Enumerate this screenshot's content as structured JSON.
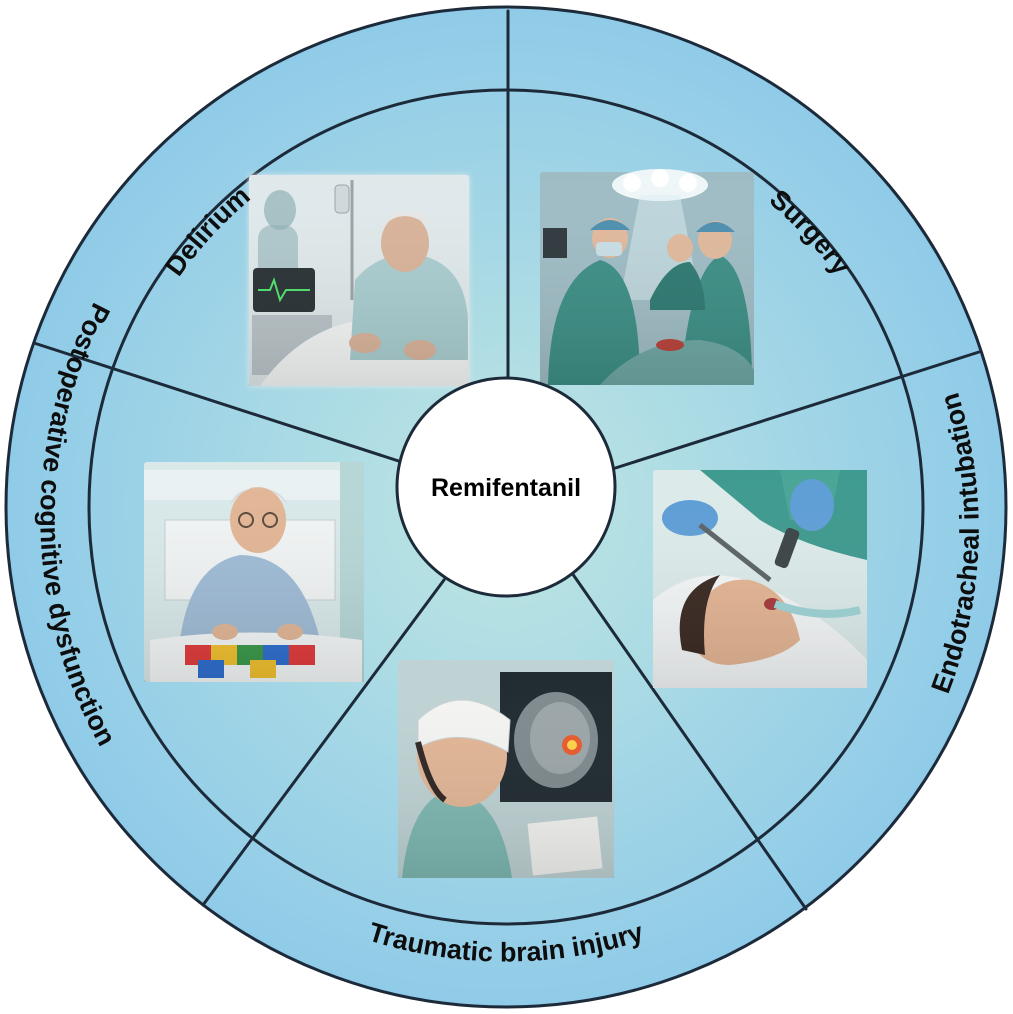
{
  "center": {
    "label": "Remifentanil"
  },
  "colors": {
    "wheel_inner": "#bfe6e2",
    "wheel_outer": "#8fcbe8",
    "outline": "#1c2a3a",
    "hub": "#ffffff"
  },
  "segments": [
    {
      "id": "delirium",
      "label": "Delirium",
      "illustration": "elderly-patient-in-hospital-bed-icon"
    },
    {
      "id": "surgery",
      "label": "Surgery",
      "illustration": "surgical-team-operating-icon"
    },
    {
      "id": "endotracheal-intubation",
      "label": "Endotracheal intubation",
      "illustration": "intubation-procedure-icon"
    },
    {
      "id": "traumatic-brain-injury",
      "label": "Traumatic brain injury",
      "illustration": "head-bandage-and-brain-scan-icon"
    },
    {
      "id": "postoperative-cognitive-dysfunction",
      "label": "Postoperative cognitive dysfunction",
      "illustration": "elderly-patient-with-puzzle-icon"
    }
  ]
}
